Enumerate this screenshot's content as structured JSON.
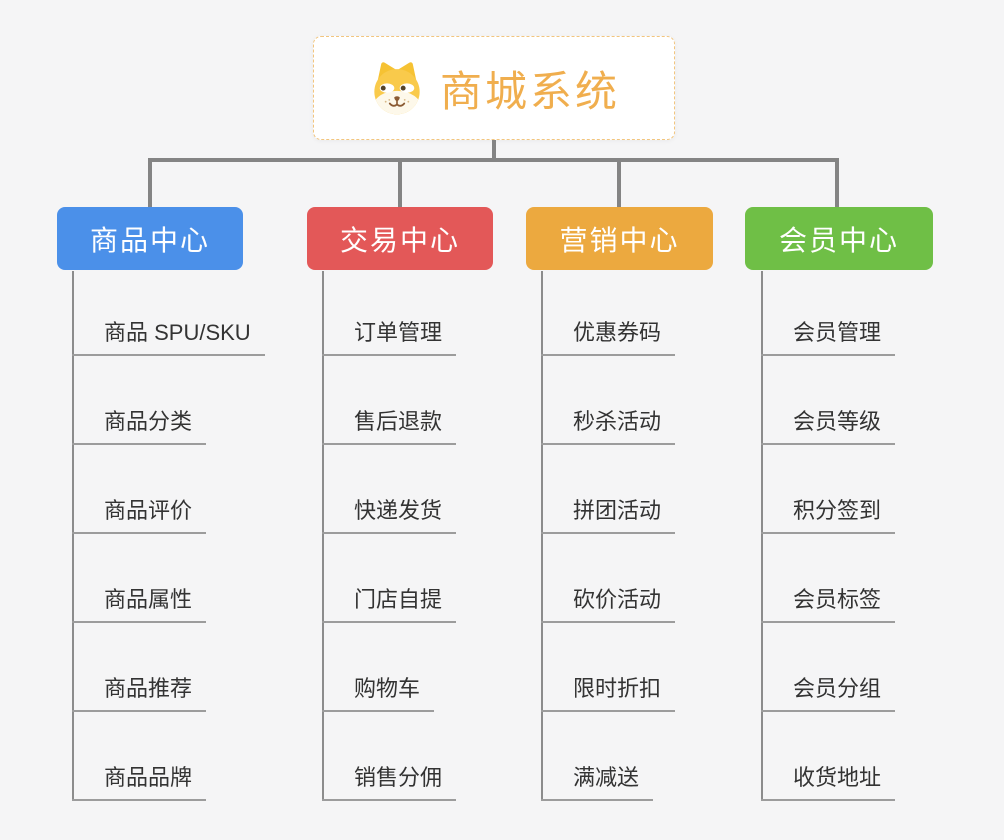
{
  "root": {
    "title": "商城系统",
    "icon": "dog-face-icon"
  },
  "branches": [
    {
      "label": "商品中心",
      "color": "#4b90e9",
      "items": [
        "商品 SPU/SKU",
        "商品分类",
        "商品评价",
        "商品属性",
        "商品推荐",
        "商品品牌"
      ]
    },
    {
      "label": "交易中心",
      "color": "#e35858",
      "items": [
        "订单管理",
        "售后退款",
        "快递发货",
        "门店自提",
        "购物车",
        "销售分佣"
      ]
    },
    {
      "label": "营销中心",
      "color": "#eca93f",
      "items": [
        "优惠券码",
        "秒杀活动",
        "拼团活动",
        "砍价活动",
        "限时折扣",
        "满减送"
      ]
    },
    {
      "label": "会员中心",
      "color": "#6fbf46",
      "items": [
        "会员管理",
        "会员等级",
        "积分签到",
        "会员标签",
        "会员分组",
        "收货地址"
      ]
    }
  ],
  "colors": {
    "background": "#f5f5f6",
    "root_border": "#f2c57e",
    "root_title": "#f0ae4e",
    "connector_line": "#848484",
    "leaf_underline": "#9c9c9c",
    "leaf_text": "#333333"
  }
}
